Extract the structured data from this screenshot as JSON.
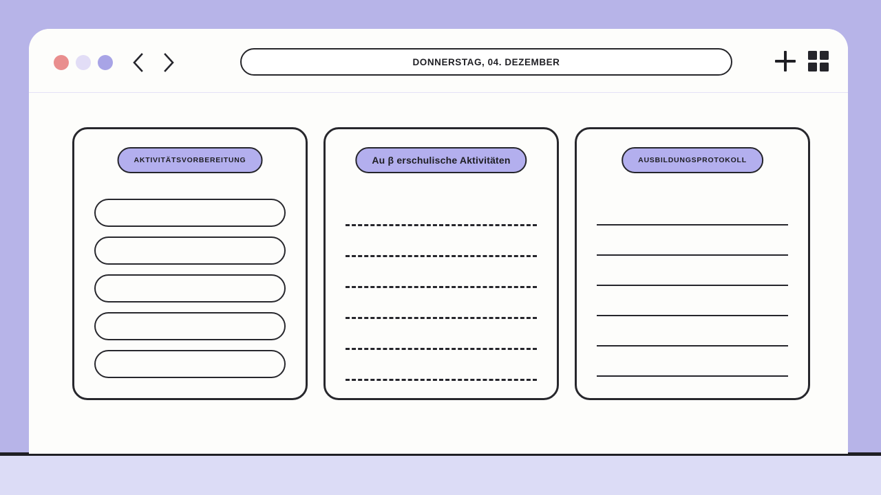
{
  "window": {
    "traffic_lights": [
      {
        "name": "close",
        "color": "#e98e8e"
      },
      {
        "name": "minimize",
        "color": "#e2ddf6"
      },
      {
        "name": "maximize",
        "color": "#a8a4e6"
      }
    ],
    "nav": {
      "back_label": "Back",
      "forward_label": "Forward"
    },
    "address_bar": {
      "value": "DONNERSTAG, 04. DEZEMBER",
      "placeholder": "DONNERSTAG, 04. DEZEMBER"
    },
    "actions": [
      {
        "name": "add-button",
        "icon": "plus-icon",
        "label": "+"
      },
      {
        "name": "grid-view-button",
        "icon": "grid-icon",
        "label": "Grid"
      }
    ]
  },
  "theme": {
    "background": "#b7b4e8",
    "lower_band": "#dcdcf6",
    "desk_edge": "#1f1f24",
    "paper": "#fdfdfb",
    "accent": "#b3afee",
    "ink": "#25252b"
  },
  "cards": [
    {
      "id": "activity-preparation",
      "title": "AKTIVITÄTSVORBEREITUNG",
      "title_style": "caps",
      "body_type": "pill-rows",
      "rows": [
        "",
        "",
        "",
        "",
        ""
      ]
    },
    {
      "id": "extracurricular-activities",
      "title": "Au β erschulische Aktivitäten",
      "title_style": "mixed",
      "body_type": "dashed-lines",
      "rows": [
        "",
        "",
        "",
        "",
        "",
        ""
      ]
    },
    {
      "id": "training-log",
      "title": "AUSBILDUNGSPROTOKOLL",
      "title_style": "caps",
      "body_type": "solid-lines",
      "rows": [
        "",
        "",
        "",
        "",
        "",
        ""
      ]
    }
  ]
}
